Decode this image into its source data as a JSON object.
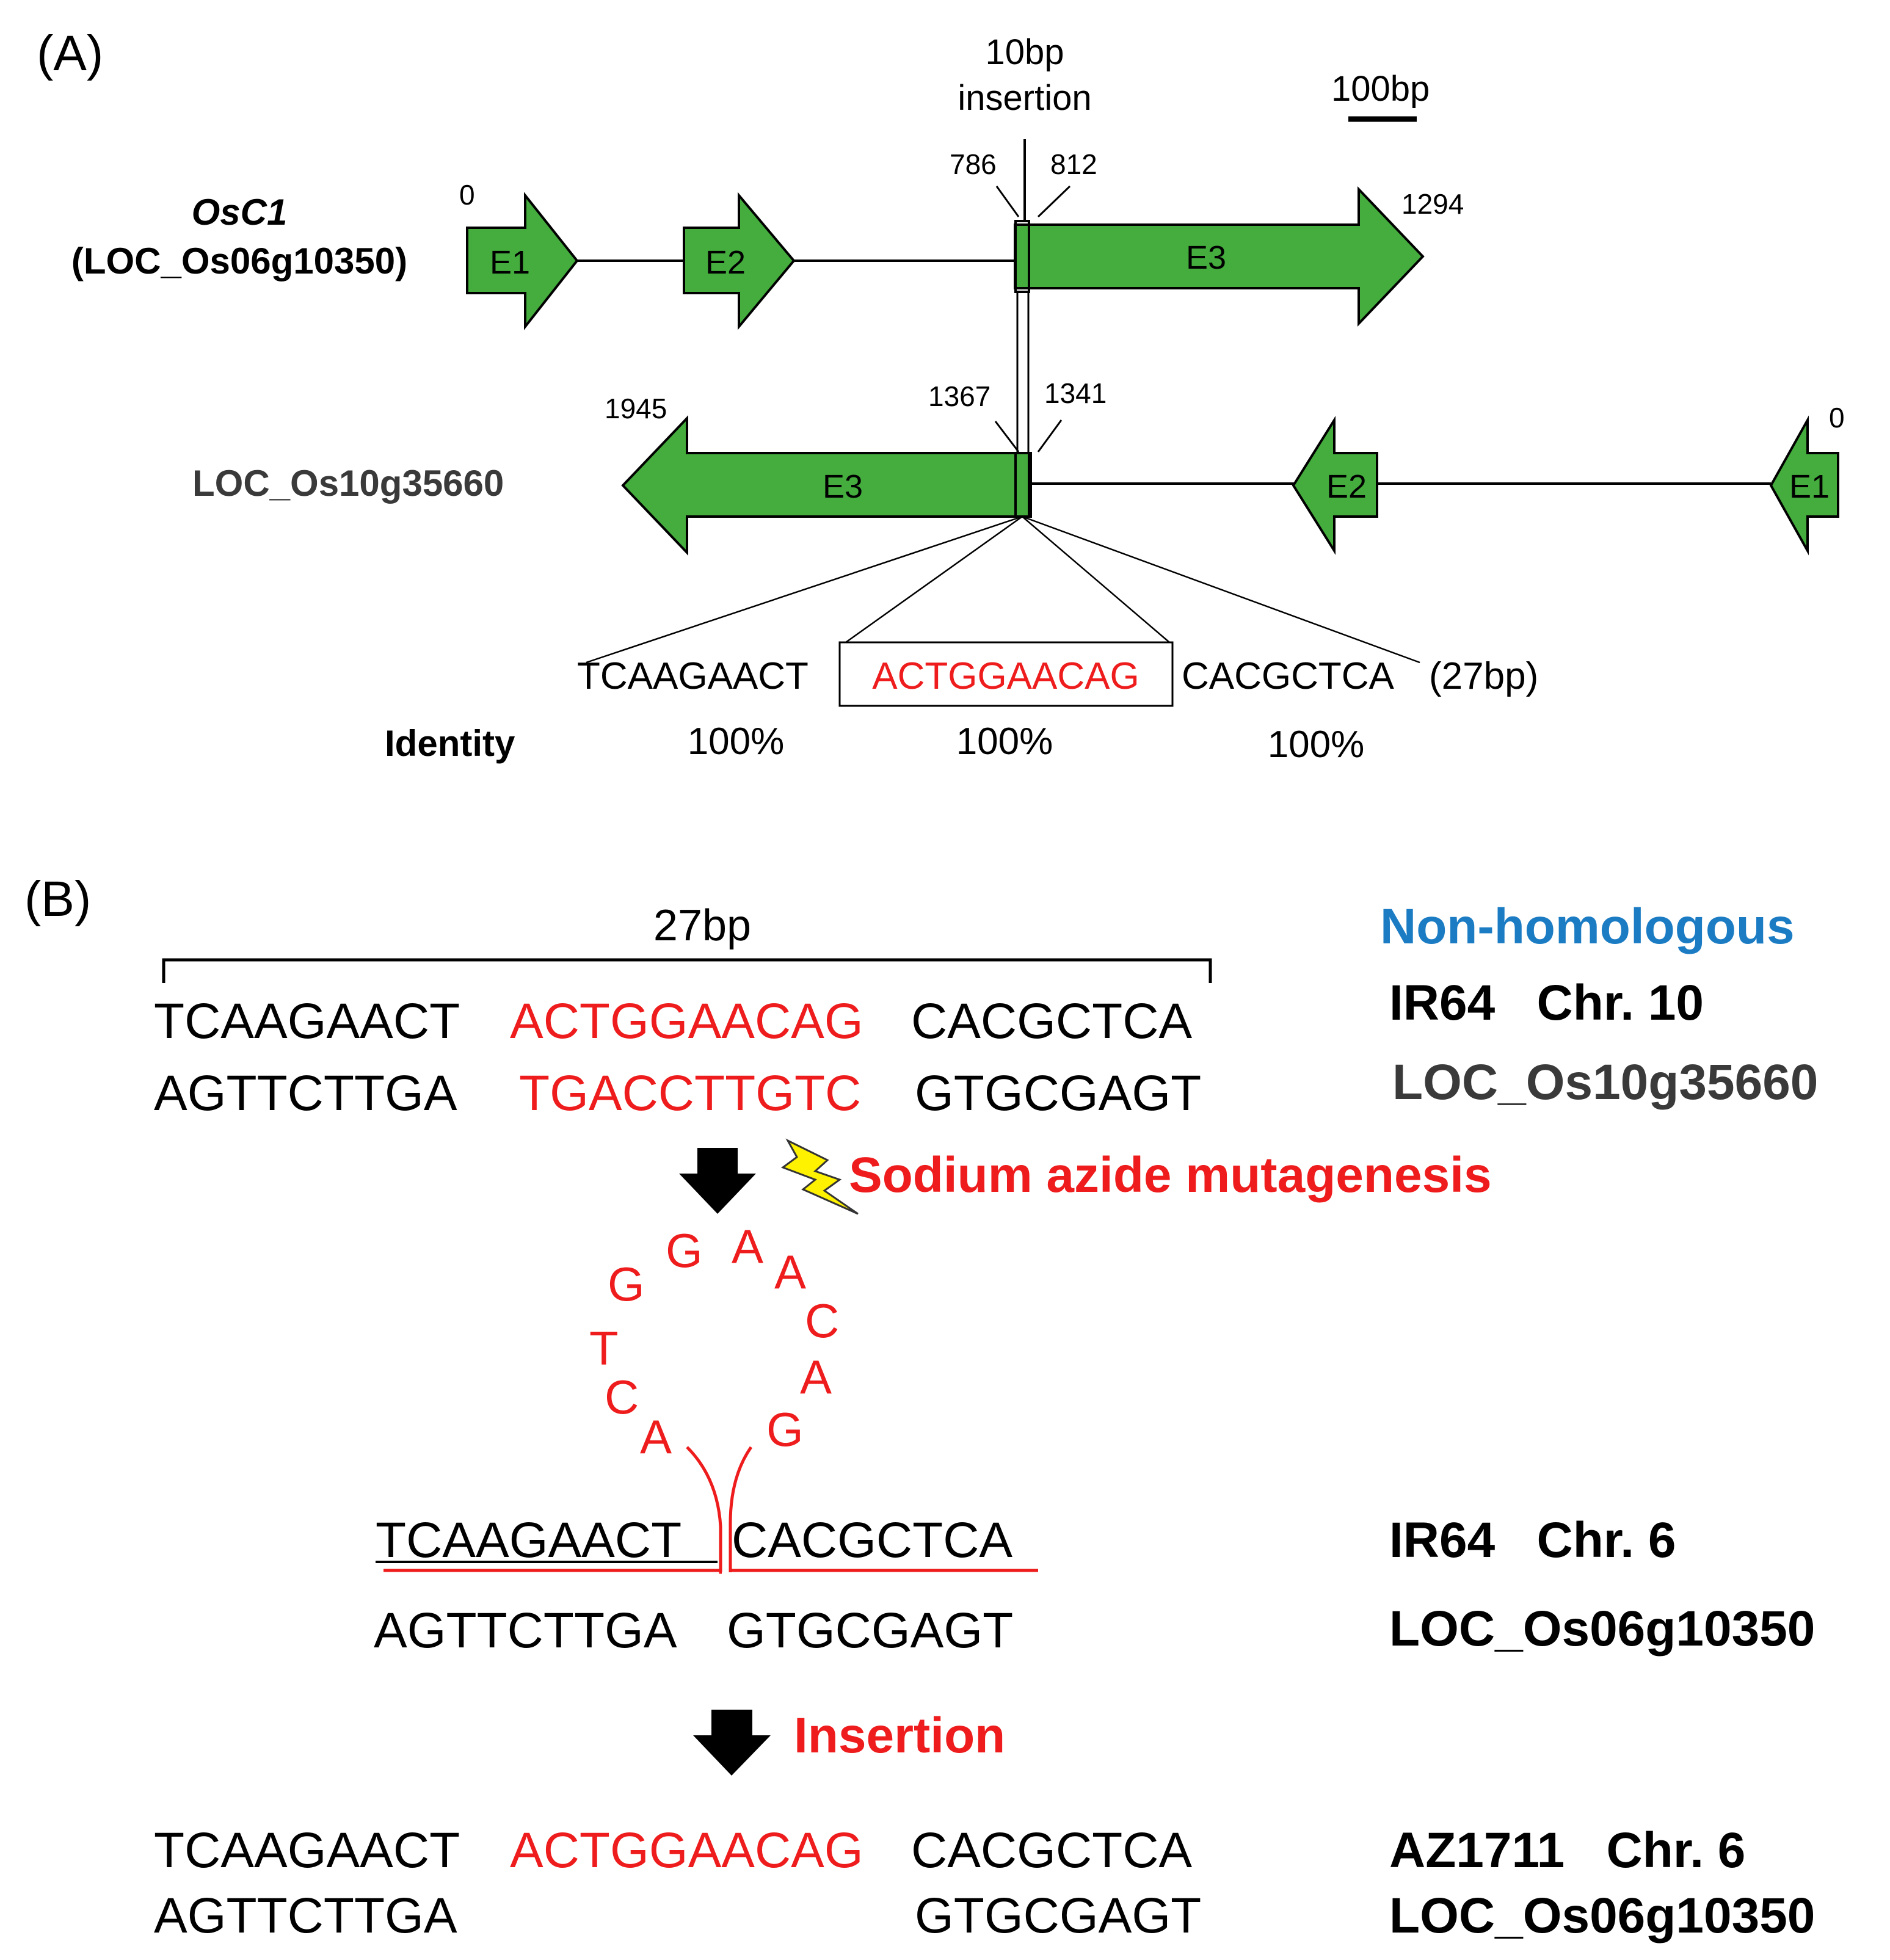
{
  "panel_a": {
    "label": "(A)",
    "insertion_label_line1": "10bp",
    "insertion_label_line2": "insertion",
    "scale_label": "100bp",
    "gene1": {
      "name_italic": "OsC1",
      "locus": "(LOC_Os06g10350)",
      "exons": [
        "E1",
        "E2",
        "E3"
      ],
      "pos_start": "0",
      "pos_end": "1294",
      "pos_left": "786",
      "pos_right": "812"
    },
    "gene2": {
      "locus": "LOC_Os10g35660",
      "exons": [
        "E3",
        "E2",
        "E1"
      ],
      "pos_start": "1945",
      "pos_end": "0",
      "pos_left": "1367",
      "pos_right": "1341"
    },
    "sequence": {
      "left": "TCAAGAACT",
      "middle": "ACTGGAACAG",
      "right": "CACGCTCA",
      "length": "(27bp)"
    },
    "identity_label": "Identity",
    "identities": [
      "100%",
      "100%",
      "100%"
    ]
  },
  "panel_b": {
    "label": "(B)",
    "bracket_label": "27bp",
    "source": {
      "top_left": "TCAAGAACT",
      "top_mid": "ACTGGAACAG",
      "top_right": "CACGCTCA",
      "bot_left": "AGTTCTTGA",
      "bot_mid": "TGACCTTGTC",
      "bot_right": "GTGCGAGT"
    },
    "source_heading": "Non-homologous",
    "source_chr": "IR64   Chr. 10",
    "source_locus": "LOC_Os10g35660",
    "mutagenesis_label": "Sodium azide mutagenesis",
    "loop_letters": [
      "A",
      "C",
      "T",
      "G",
      "G",
      "A",
      "A",
      "C",
      "A",
      "G"
    ],
    "target": {
      "top_left": "TCAAGAACT",
      "top_right": "CACGCTCA",
      "bot_left": "AGTTCTTGA",
      "bot_right": "GTGCGAGT"
    },
    "target_chr": "IR64   Chr. 6",
    "target_locus": "LOC_Os06g10350",
    "insertion_label": "Insertion",
    "result": {
      "top_left": "TCAAGAACT",
      "top_mid": "ACTGGAACAG",
      "top_right": "CACGCTCA",
      "bot_left": "AGTTCTTGA",
      "bot_right": "GTGCGAGT"
    },
    "result_chr": "AZ1711   Chr. 6",
    "result_locus": "LOC_Os06g10350"
  },
  "colors": {
    "exon_fill": "#44ad3e",
    "highlight_red": "#ee1c1c",
    "heading_blue": "#1b7cc4",
    "bolt_yellow": "#fff200",
    "dark_gray": "#3a3a3a"
  }
}
